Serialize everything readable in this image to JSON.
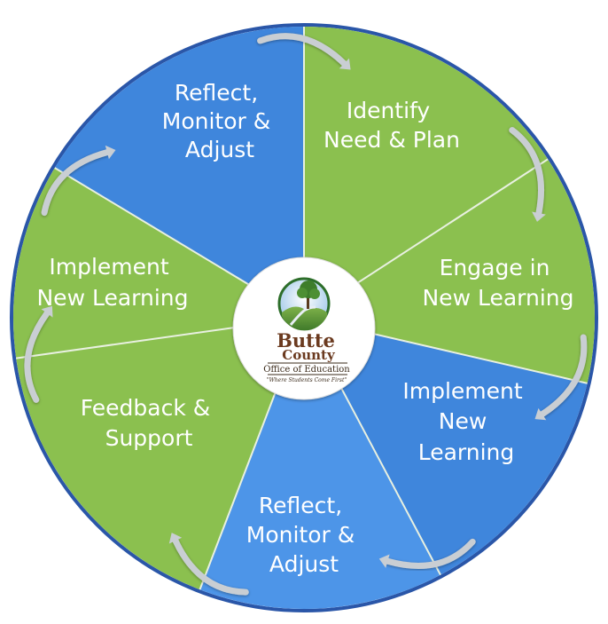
{
  "diagram": {
    "segments": [
      {
        "lines": [
          "Reflect,",
          "Monitor &",
          "Adjust"
        ],
        "color": "#8bc04f"
      },
      {
        "lines": [
          "Identify",
          "Need & Plan"
        ],
        "color": "#8bc04f"
      },
      {
        "lines": [
          "Engage in",
          "New Learning"
        ],
        "color": "#3f86dc"
      },
      {
        "lines": [
          "Implement",
          "New",
          "Learning"
        ],
        "color": "#4d95e8"
      },
      {
        "lines": [
          "Reflect,",
          "Monitor &",
          "Adjust"
        ],
        "color": "#8bc04f"
      },
      {
        "lines": [
          "Feedback &",
          "Support"
        ],
        "color": "#8bc04f"
      },
      {
        "lines": [
          "Implement",
          "New Learning"
        ],
        "color": "#3f86dc"
      }
    ],
    "logo": {
      "line1": "Butte",
      "line2": "County",
      "line3": "Office of Education",
      "tagline": "\"Where Students Come First\""
    },
    "colors": {
      "green": "#8bc04f",
      "blue": "#3f86dc",
      "light_blue": "#4d95e8",
      "border": "#2a56a8",
      "arrow": "#c9ced3"
    }
  }
}
